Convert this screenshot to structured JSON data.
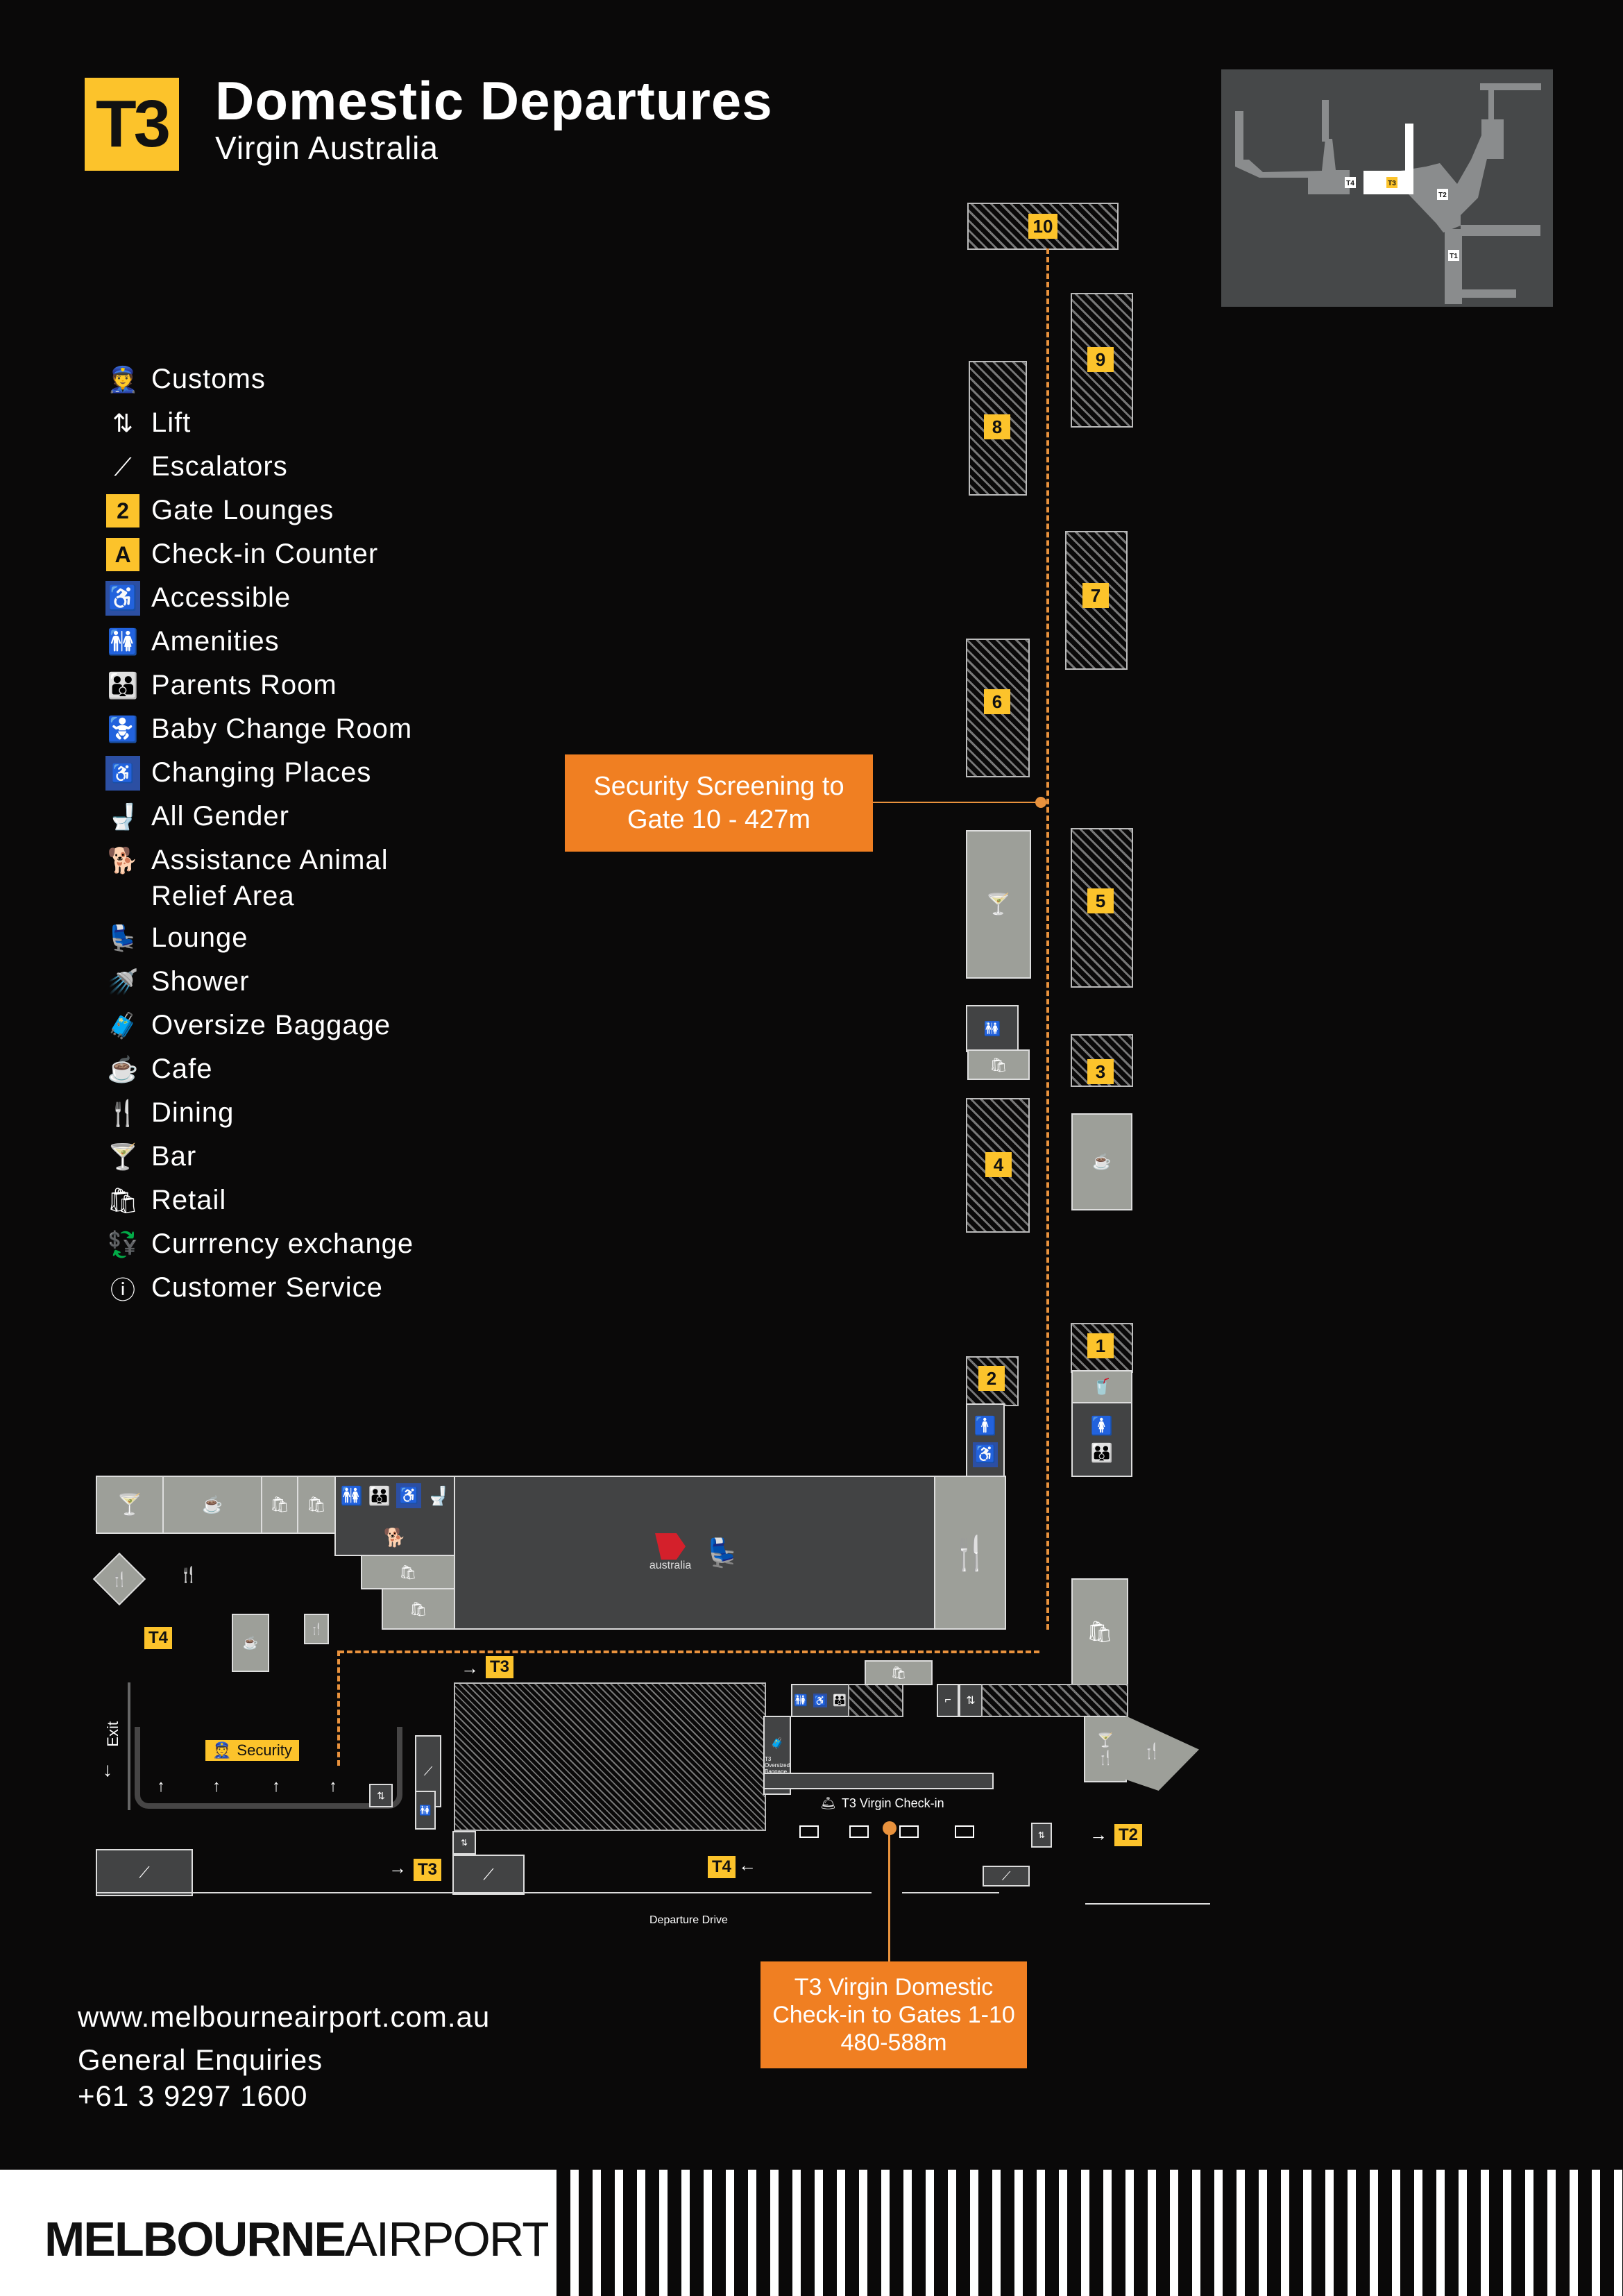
{
  "header": {
    "terminal_badge": "T3",
    "title": "Domestic Departures",
    "subtitle": "Virgin Australia"
  },
  "legend": {
    "items": [
      {
        "icon": "customs-icon",
        "label": "Customs"
      },
      {
        "icon": "lift-icon",
        "label": "Lift"
      },
      {
        "icon": "escalator-icon",
        "label": "Escalators"
      },
      {
        "icon": "gate-lounge-badge",
        "badge": "2",
        "label": "Gate Lounges"
      },
      {
        "icon": "check-in-badge",
        "badge": "A",
        "label": "Check-in Counter"
      },
      {
        "icon": "accessible-icon",
        "label": "Accessible"
      },
      {
        "icon": "amenities-icon",
        "label": "Amenities"
      },
      {
        "icon": "parents-room-icon",
        "label": "Parents Room"
      },
      {
        "icon": "baby-change-icon",
        "label": "Baby Change Room"
      },
      {
        "icon": "changing-places-icon",
        "label": "Changing Places"
      },
      {
        "icon": "all-gender-icon",
        "label": "All Gender"
      },
      {
        "icon": "assistance-animal-icon",
        "label": "Assistance Animal Relief Area"
      },
      {
        "icon": "lounge-icon",
        "label": "Lounge"
      },
      {
        "icon": "shower-icon",
        "label": "Shower"
      },
      {
        "icon": "oversize-baggage-icon",
        "label": "Oversize Baggage"
      },
      {
        "icon": "cafe-icon",
        "label": "Cafe"
      },
      {
        "icon": "dining-icon",
        "label": "Dining"
      },
      {
        "icon": "bar-icon",
        "label": "Bar"
      },
      {
        "icon": "retail-icon",
        "label": "Retail"
      },
      {
        "icon": "currency-exchange-icon",
        "label": "Currrency exchange"
      },
      {
        "icon": "info-icon",
        "label": "Customer Service"
      }
    ]
  },
  "minimap": {
    "labels": {
      "t1": "T1",
      "t2": "T2",
      "t3": "T3",
      "t4": "T4"
    },
    "highlight": "T3"
  },
  "map": {
    "gates": [
      "1",
      "2",
      "3",
      "4",
      "5",
      "6",
      "7",
      "8",
      "9",
      "10"
    ],
    "callouts": {
      "security_to_gate10": "Security Screening to Gate 10 - 427m",
      "security_to_gate10_line1": "Security Screening to",
      "security_to_gate10_line2": "Gate 10 - 427m",
      "checkin_line1": "T3 Virgin Domestic",
      "checkin_line2": "Check-in to Gates 1-10",
      "checkin_line3": "480-588m"
    },
    "labels": {
      "security": "Security",
      "exit": "Exit",
      "checkin": "T3 Virgin Check-in",
      "oversized_baggage": "T3 Oversized Baggage",
      "departure_drive": "Departure Drive",
      "lounge_brand": "australia",
      "t2": "T2",
      "t3_top": "T3",
      "t3_bottom": "T3",
      "t4_left": "T4",
      "t4_bottom": "T4"
    },
    "colors": {
      "gate": "#fcc32b",
      "route": "#e9923d",
      "callout": "#f07f22",
      "accessible": "#2c4fa3"
    }
  },
  "footer": {
    "website": "www.melbourneairport.com.au",
    "enquiries_label": "General Enquiries",
    "phone": "+61 3 9297 1600",
    "brand_bold": "MELBOURNE",
    "brand_light": "AIRPORT"
  }
}
